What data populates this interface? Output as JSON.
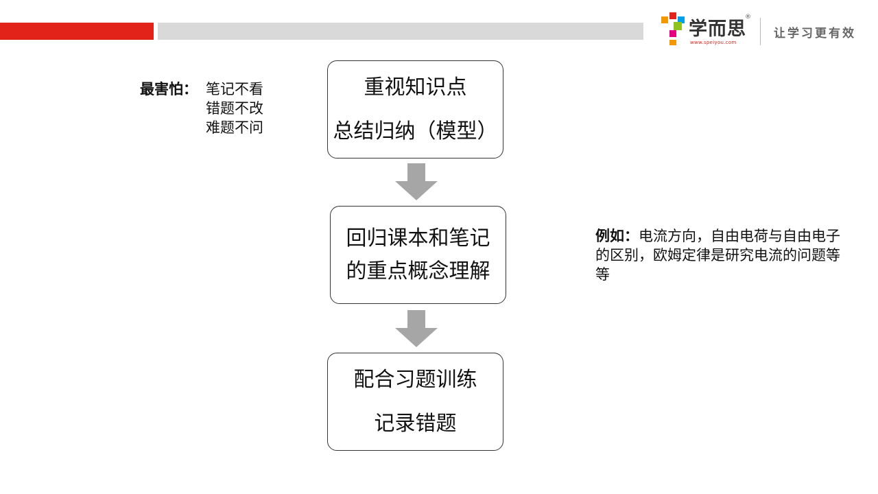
{
  "header": {
    "brand_name": "学而思",
    "registered_mark": "®",
    "brand_url": "www.speiyou.com",
    "slogan": "让学习更有效",
    "colors": {
      "accent_red": "#e2231a",
      "bar_gray": "#d9d9d9"
    }
  },
  "left_note": {
    "keyword": "最害怕：",
    "lines": [
      "笔记不看",
      "错题不改",
      "难题不问"
    ]
  },
  "flow": {
    "steps": [
      {
        "lines": [
          "重视知识点",
          "总结归纳（模型）"
        ]
      },
      {
        "lines": [
          "回归课本和笔记",
          "的重点概念理解"
        ]
      },
      {
        "lines": [
          "配合习题训练",
          "记录错题"
        ]
      }
    ],
    "arrow_icon": "down-arrow-icon"
  },
  "right_note": {
    "keyword": "例如：",
    "text": "电流方向，自由电荷与自由电子的区别，欧姆定律是研究电流的问题等等"
  }
}
